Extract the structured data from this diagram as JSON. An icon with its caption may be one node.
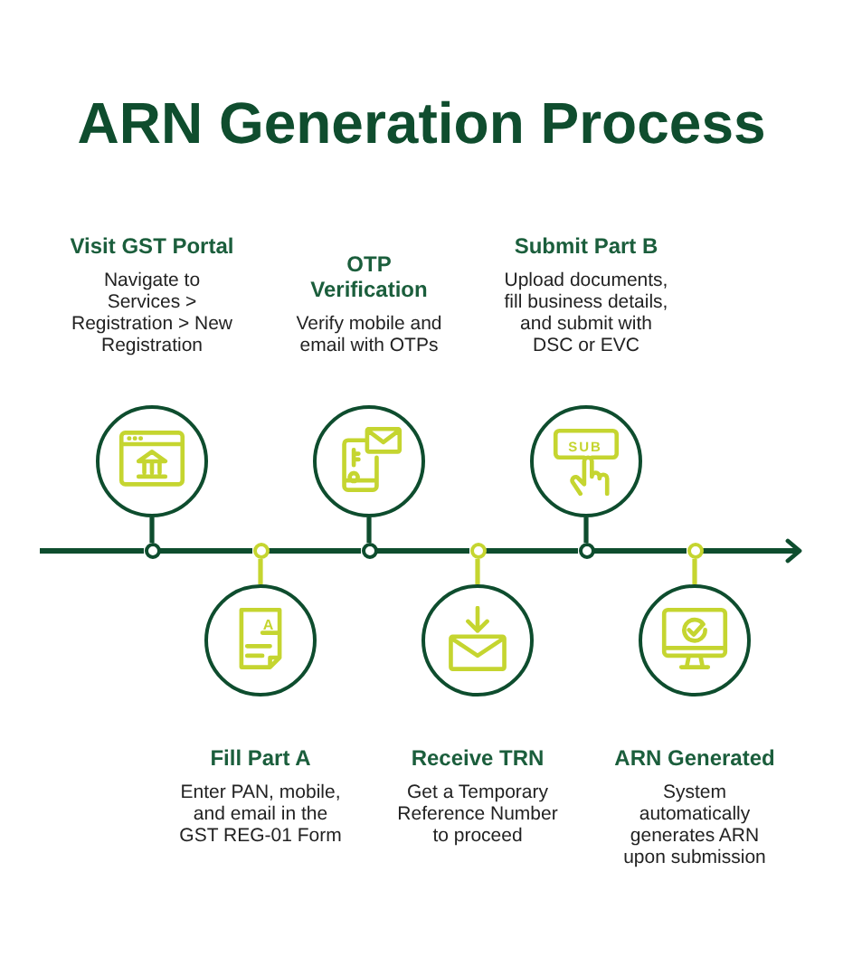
{
  "diagram": {
    "title": "ARN Generation Process",
    "nodes": [
      {
        "text": [
          "Visit GST Portal",
          "Navigate to Services > Registration > New Registration"
        ]
      },
      {
        "text": [
          "Fill Part A",
          "Enter PAN, mobile, and email in the GST REG-01 Form"
        ]
      },
      {
        "text": [
          "OTP Verification",
          "Verify mobile and email with OTPs"
        ]
      },
      {
        "text": [
          "Receive TRN",
          "Get a Temporary Reference Number to proceed"
        ]
      },
      {
        "text": [
          "Submit Part B",
          "Upload documents, fill business details, and submit with DSC or EVC"
        ]
      },
      {
        "text": [
          "ARN Generated",
          "System automatically generates ARN upon submission"
        ]
      },
      {
        "text": [],
        "shape": "circle"
      },
      {
        "text": [],
        "shape": "circle"
      },
      {
        "text": [],
        "shape": "circle"
      },
      {
        "text": [],
        "shape": "circle"
      },
      {
        "text": [],
        "shape": "circle"
      },
      {
        "text": [],
        "shape": "circle"
      }
    ],
    "edges": [
      {
        "from": 0,
        "to": 6,
        "arrow": "none"
      },
      {
        "from": 1,
        "to": 7,
        "arrow": "none",
        "color": "#c5d530"
      },
      {
        "from": 2,
        "to": 8,
        "arrow": "none"
      },
      {
        "from": 3,
        "to": 9,
        "arrow": "none",
        "color": "#c5d530"
      },
      {
        "from": 4,
        "to": 10,
        "arrow": "none"
      },
      {
        "from": 5,
        "to": 11,
        "arrow": "none",
        "color": "#c5d530"
      },
      {
        "from": null,
        "to": 6,
        "arrow": "none"
      },
      {
        "from": 6,
        "to": 7,
        "arrow": "none"
      },
      {
        "from": 7,
        "to": 8,
        "arrow": "none"
      },
      {
        "from": 8,
        "to": 9,
        "arrow": "none"
      },
      {
        "from": 9,
        "to": 10,
        "arrow": "none"
      },
      {
        "from": 10,
        "to": 11,
        "arrow": "none"
      },
      {
        "from": 11,
        "to": null,
        "arrow": "to"
      }
    ],
    "labels": [
      "SUB",
      "A"
    ]
  }
}
